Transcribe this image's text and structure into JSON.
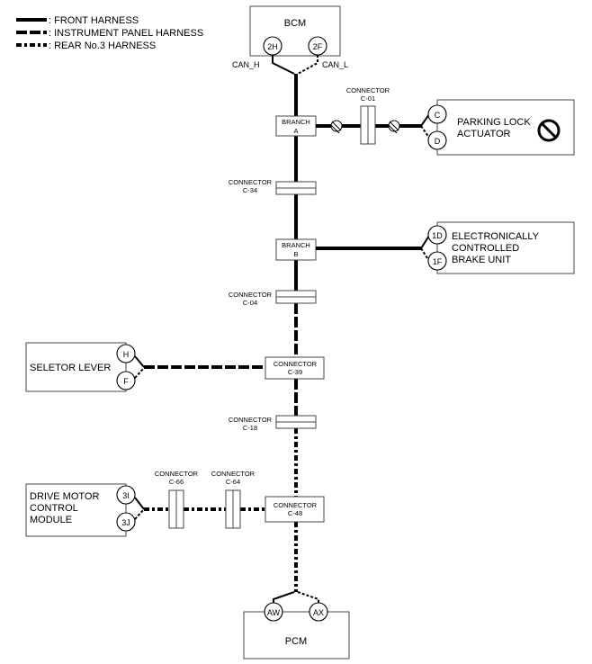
{
  "legend": {
    "front": ": FRONT HARNESS",
    "instrument": ": INSTRUMENT PANEL HARNESS",
    "rear": ": REAR No.3 HARNESS"
  },
  "bcm": {
    "title": "BCM",
    "pin_h": "2H",
    "pin_f": "2F",
    "can_h": "CAN_H",
    "can_l": "CAN_L"
  },
  "parking": {
    "line1": "PARKING LOCK",
    "line2": "ACTUATOR",
    "pin_c": "C",
    "pin_d": "D",
    "icon": "prohibited-icon"
  },
  "brake": {
    "line1": "ELECTRONICALLY",
    "line2": "CONTROLLED",
    "line3": "BRAKE UNIT",
    "pin_1d": "1D",
    "pin_1f": "1F"
  },
  "selector": {
    "title": "SELETOR LEVER",
    "pin_h": "H",
    "pin_f": "F"
  },
  "drive": {
    "line1": "DRIVE MOTOR",
    "line2": "CONTROL",
    "line3": "MODULE",
    "pin_3i": "3I",
    "pin_3j": "3J"
  },
  "pcm": {
    "title": "PCM",
    "pin_aw": "AW",
    "pin_ax": "AX"
  },
  "branch_a": {
    "line1": "BRANCH",
    "line2": "A"
  },
  "branch_b": {
    "line1": "BRANCH",
    "line2": "B"
  },
  "connectors": {
    "c01": {
      "line1": "CONNECTOR",
      "line2": "C-01"
    },
    "c34": {
      "line1": "CONNECTOR",
      "line2": "C-34"
    },
    "c04": {
      "line1": "CONNECTOR",
      "line2": "C-04"
    },
    "c39": {
      "line1": "CONNECTOR",
      "line2": "C-39"
    },
    "c18": {
      "line1": "CONNECTOR",
      "line2": "C-18"
    },
    "c66": {
      "line1": "CONNECTOR",
      "line2": "C-66"
    },
    "c64": {
      "line1": "CONNECTOR",
      "line2": "C-64"
    },
    "c48": {
      "line1": "CONNECTOR",
      "line2": "C-48"
    }
  }
}
